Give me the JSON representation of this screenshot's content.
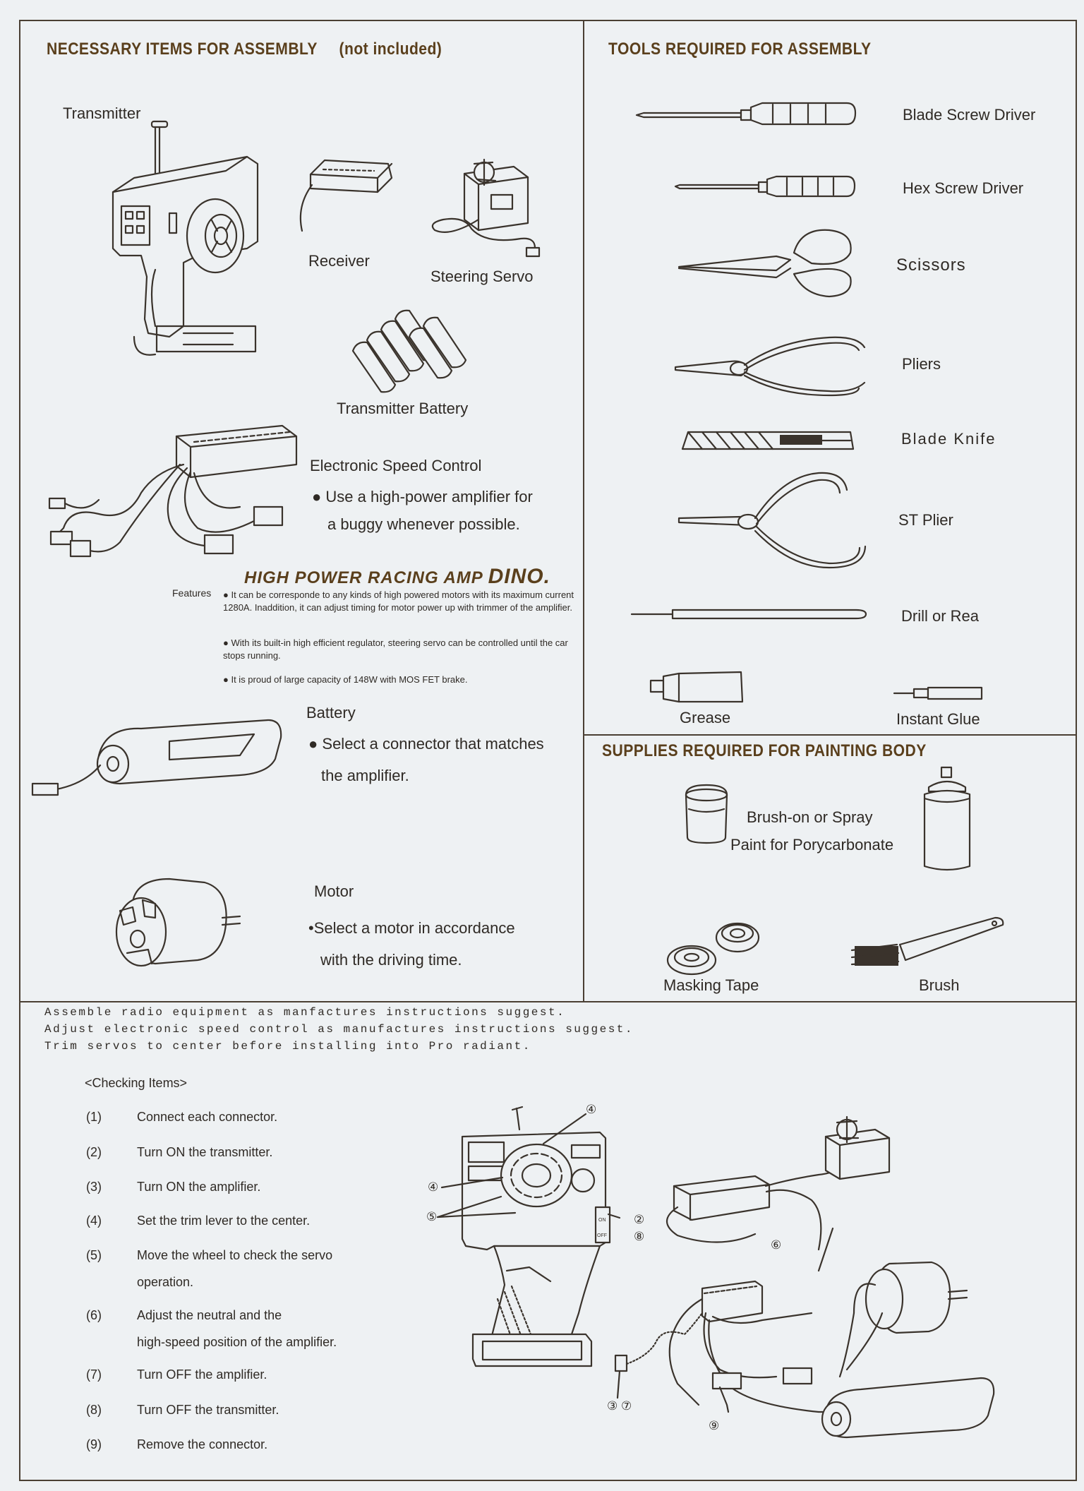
{
  "necessary": {
    "title": "NECESSARY ITEMS FOR ASSEMBLY",
    "subtitle": "(not included)",
    "transmitter": "Transmitter",
    "receiver": "Receiver",
    "servo": "Steering Servo",
    "tx_battery": "Transmitter Battery",
    "esc": {
      "title": "Electronic Speed Control",
      "note_1": "● Use a high-power amplifier for",
      "note_2": "a buggy whenever possible."
    },
    "amp": {
      "title_a": "HIGH POWER RACING AMP ",
      "title_b": "DINO.",
      "features_label": "Features",
      "f1": "● It can be corresponde to any kinds of high powered motors with its maximum current 1280A. Inaddition, it can adjust timing for motor power up with trimmer of the amplifier.",
      "f2": "● With its built-in high efficient regulator, steering servo can be controlled until the car stops running.",
      "f3": "● It is proud of large capacity of 148W with MOS FET brake."
    },
    "battery": {
      "title": "Battery",
      "note_1": "● Select a connector that matches",
      "note_2": "the amplifier."
    },
    "motor": {
      "title": "Motor",
      "note_1": "•Select a motor in accordance",
      "note_2": "with the driving time."
    }
  },
  "tools": {
    "title": "TOOLS REQUIRED FOR ASSEMBLY",
    "blade_sd": "Blade Screw Driver",
    "hex_sd": "Hex Screw Driver",
    "scissors": "Scissors",
    "pliers": "Pliers",
    "knife": "Blade Knife",
    "st_plier": "ST Plier",
    "drill": "Drill or Rea",
    "grease": "Grease",
    "glue": "Instant Glue"
  },
  "painting": {
    "title": "SUPPLIES REQUIRED FOR PAINTING BODY",
    "paint_1": "Brush-on or Spray",
    "paint_2": "Paint for Porycarbonate",
    "tape": "Masking Tape",
    "brush": "Brush"
  },
  "instructions": {
    "line_1": "Assemble radio equipment as manfactures instructions suggest.",
    "line_2": "Adjust electronic speed control as manufactures instructions suggest.",
    "line_3": "Trim servos to center before installing into Pro radiant."
  },
  "checking": {
    "heading": "<Checking Items>",
    "items": [
      {
        "n": "(1)",
        "t": "Connect each connector."
      },
      {
        "n": "(2)",
        "t": "Turn ON the transmitter."
      },
      {
        "n": "(3)",
        "t": "Turn ON the amplifier."
      },
      {
        "n": "(4)",
        "t": "Set the trim lever to the center."
      },
      {
        "n": "(5)",
        "t": "Move the wheel to check the servo"
      },
      {
        "n": "",
        "t": "operation."
      },
      {
        "n": "(6)",
        "t": "Adjust the neutral and the"
      },
      {
        "n": "",
        "t": "high-speed position of the amplifier."
      },
      {
        "n": "(7)",
        "t": "Turn OFF the amplifier."
      },
      {
        "n": "(8)",
        "t": "Turn OFF the transmitter."
      },
      {
        "n": "(9)",
        "t": "Remove the connector."
      }
    ]
  },
  "callouts": {
    "c4a": "④",
    "c4b": "④",
    "c5": "⑤",
    "c2": "②",
    "c8": "⑧",
    "c6": "⑥",
    "c37": "③ ⑦",
    "c9": "⑨",
    "sw_on": "ON",
    "sw_off": "OFF"
  }
}
